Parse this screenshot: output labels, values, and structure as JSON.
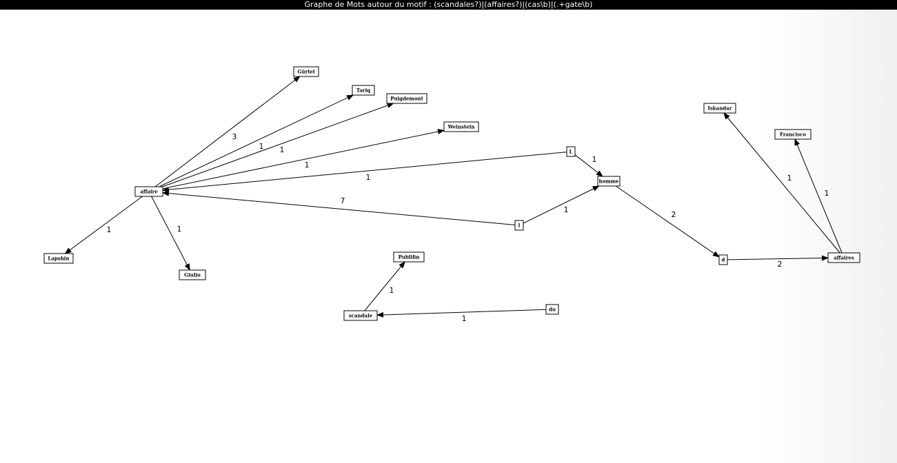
{
  "window": {
    "title": "Graphe de Mots autour du motif : (scandales?)|(affaires?)|(cas\\b)|(.+gate\\b)"
  },
  "graph": {
    "nodes": [
      {
        "id": "affaire",
        "label": "affaire"
      },
      {
        "id": "gurtel",
        "label": "Gürtel"
      },
      {
        "id": "tariq",
        "label": "Tariq"
      },
      {
        "id": "puigdemont",
        "label": "Puigdemont"
      },
      {
        "id": "weinstein",
        "label": "Weinstein"
      },
      {
        "id": "L",
        "label": "L"
      },
      {
        "id": "homme",
        "label": "homme"
      },
      {
        "id": "l",
        "label": "l"
      },
      {
        "id": "lapshin",
        "label": "Lapshin"
      },
      {
        "id": "giulio",
        "label": "Giulio"
      },
      {
        "id": "publifin",
        "label": "Publifin"
      },
      {
        "id": "scandale",
        "label": "scandale"
      },
      {
        "id": "du",
        "label": "du"
      },
      {
        "id": "d",
        "label": "d"
      },
      {
        "id": "affaires",
        "label": "affaires"
      },
      {
        "id": "iskandar",
        "label": "Iskandar"
      },
      {
        "id": "francisco",
        "label": "Francisco"
      }
    ],
    "edges": [
      {
        "from": "affaire",
        "to": "gurtel",
        "weight": "3"
      },
      {
        "from": "affaire",
        "to": "tariq",
        "weight": "1"
      },
      {
        "from": "affaire",
        "to": "puigdemont",
        "weight": "1"
      },
      {
        "from": "affaire",
        "to": "weinstein",
        "weight": "1"
      },
      {
        "from": "L",
        "to": "affaire",
        "weight": "1"
      },
      {
        "from": "l",
        "to": "affaire",
        "weight": "7"
      },
      {
        "from": "affaire",
        "to": "lapshin",
        "weight": "1"
      },
      {
        "from": "affaire",
        "to": "giulio",
        "weight": "1"
      },
      {
        "from": "L",
        "to": "homme",
        "weight": "1"
      },
      {
        "from": "l",
        "to": "homme",
        "weight": "1"
      },
      {
        "from": "homme",
        "to": "d",
        "weight": "2"
      },
      {
        "from": "d",
        "to": "affaires",
        "weight": "2"
      },
      {
        "from": "affaires",
        "to": "iskandar",
        "weight": "1"
      },
      {
        "from": "affaires",
        "to": "francisco",
        "weight": "1"
      },
      {
        "from": "scandale",
        "to": "publifin",
        "weight": "1"
      },
      {
        "from": "du",
        "to": "scandale",
        "weight": "1"
      }
    ]
  }
}
